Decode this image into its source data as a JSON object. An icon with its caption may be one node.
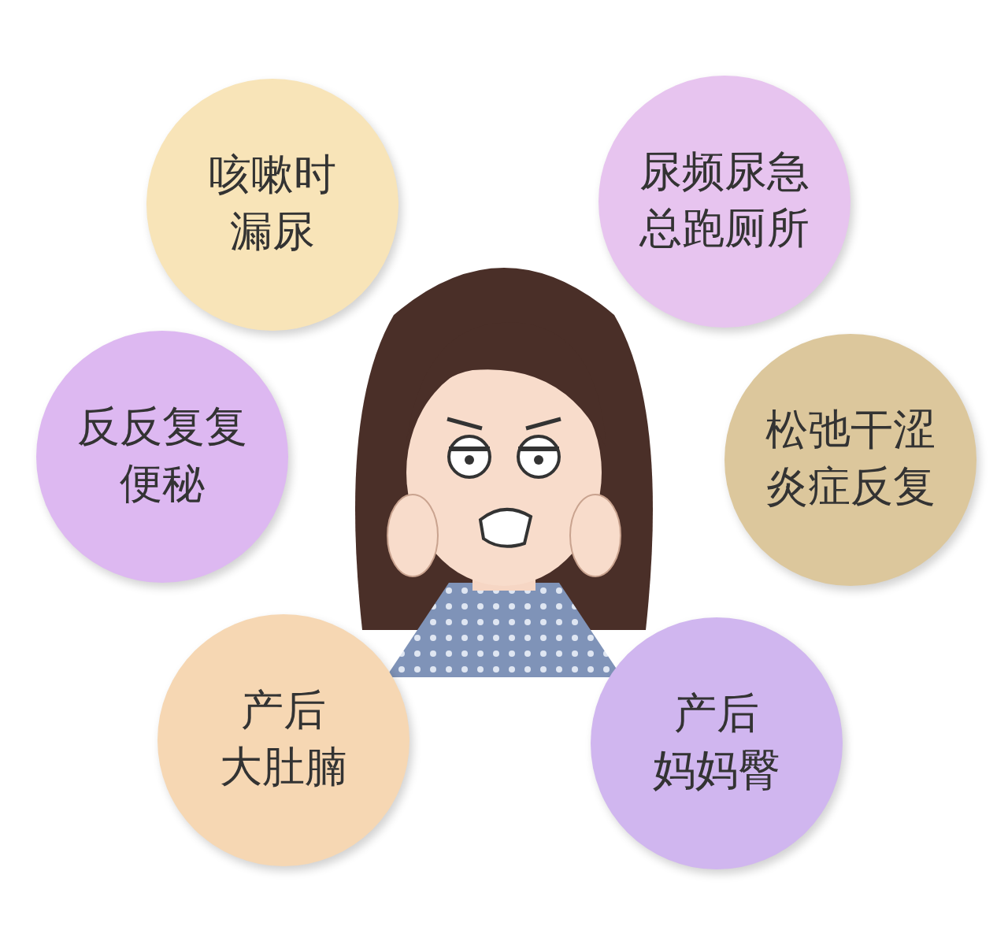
{
  "diagram": {
    "nodes": [
      {
        "text": [
          "咳嗽时漏尿"
        ]
      },
      {
        "text": [
          "尿频尿急总跑厕所"
        ]
      },
      {
        "text": [
          "反反复复便秘"
        ]
      },
      {
        "text": [
          "松弛干涩炎症反复"
        ]
      },
      {
        "text": [
          "产后大肚腩"
        ]
      },
      {
        "text": [
          "产后妈妈臀"
        ]
      }
    ]
  }
}
